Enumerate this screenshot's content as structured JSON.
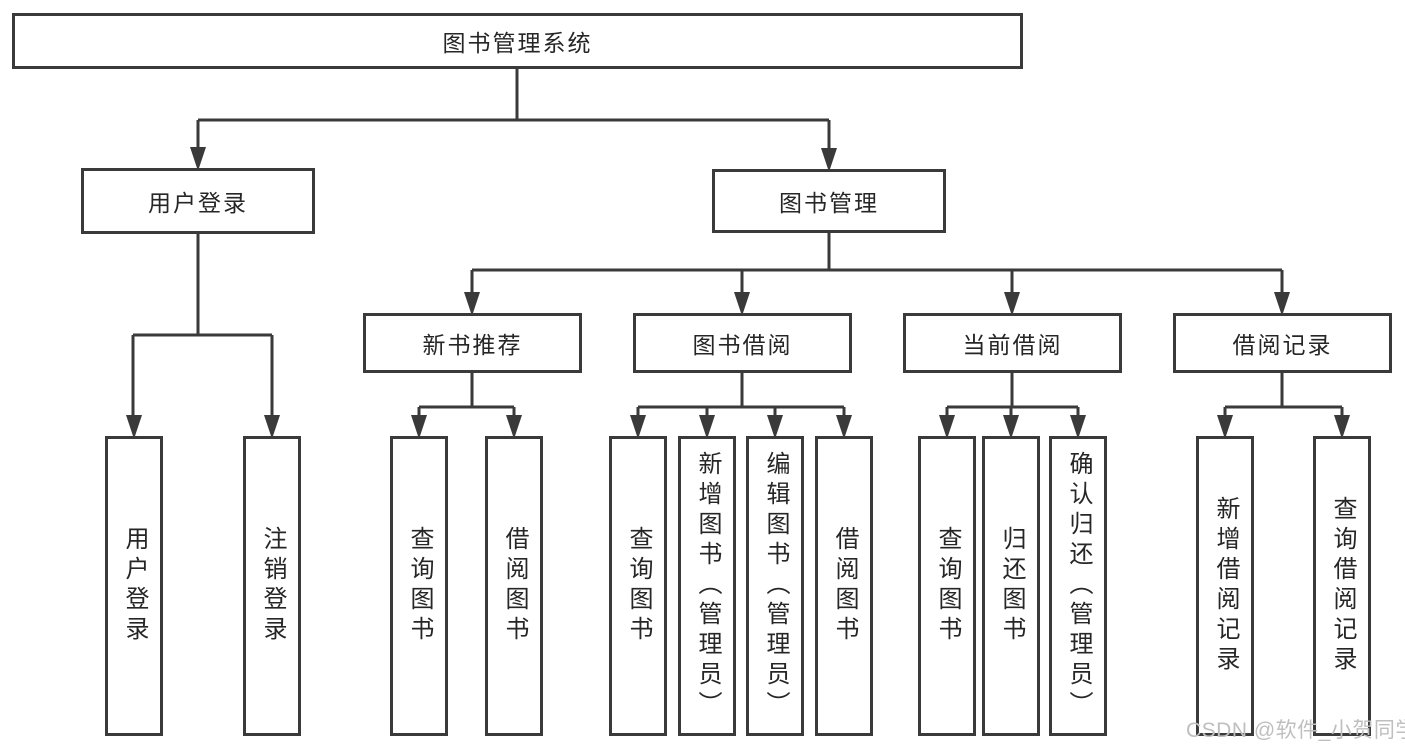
{
  "tree": {
    "label": "图书管理系统",
    "children": [
      {
        "label": "用户登录",
        "children": [
          {
            "label": "用户登录"
          },
          {
            "label": "注销登录"
          }
        ]
      },
      {
        "label": "图书管理",
        "children": [
          {
            "label": "新书推荐",
            "children": [
              {
                "label": "查询图书"
              },
              {
                "label": "借阅图书"
              }
            ]
          },
          {
            "label": "图书借阅",
            "children": [
              {
                "label": "查询图书"
              },
              {
                "label": "新增图书（管理员）"
              },
              {
                "label": "编辑图书（管理员）"
              },
              {
                "label": "借阅图书"
              }
            ]
          },
          {
            "label": "当前借阅",
            "children": [
              {
                "label": "查询图书"
              },
              {
                "label": "归还图书"
              },
              {
                "label": "确认归还（管理员）"
              }
            ]
          },
          {
            "label": "借阅记录",
            "children": [
              {
                "label": "新增借阅记录"
              },
              {
                "label": "查询借阅记录"
              }
            ]
          }
        ]
      }
    ]
  },
  "watermark": "CSDN @软件_小贺同学",
  "colors": {
    "line": "#3a3a3a",
    "text": "#262626",
    "watermark": "#bfbfbf",
    "background": "#ffffff"
  }
}
